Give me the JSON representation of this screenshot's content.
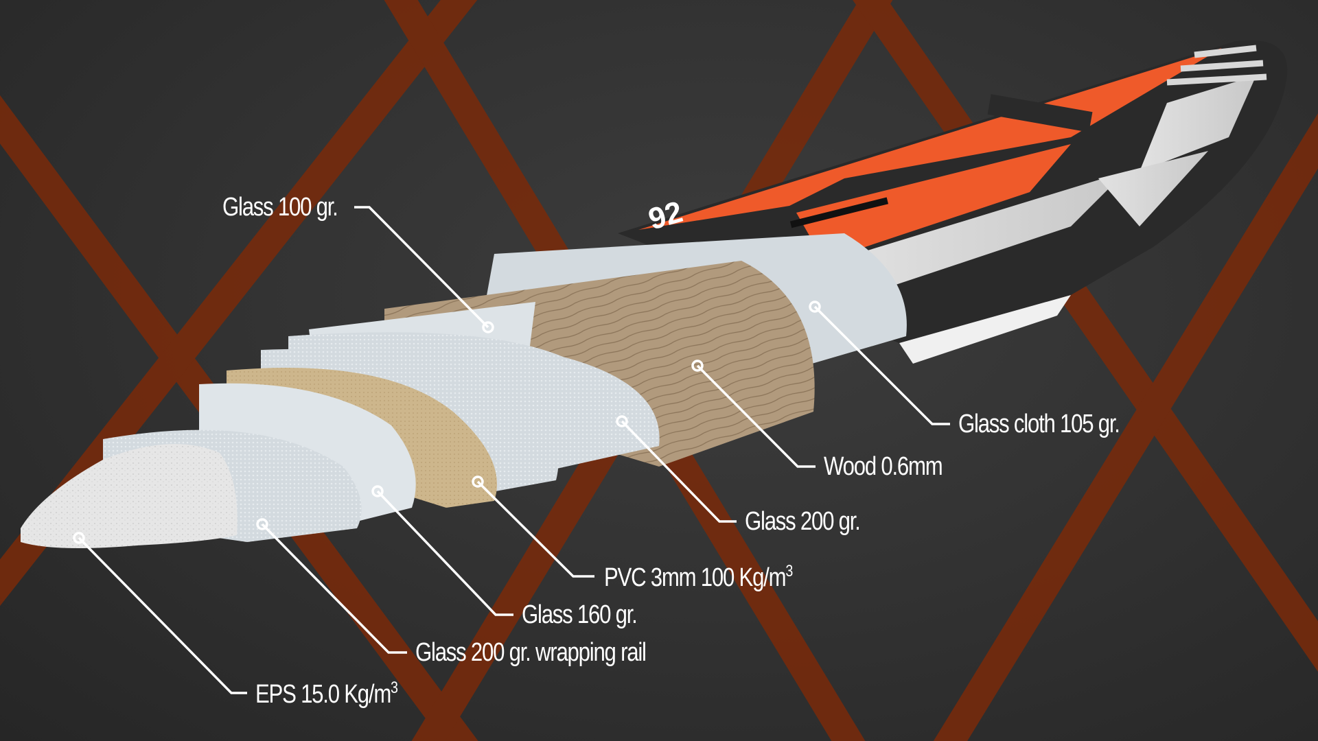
{
  "diagram": {
    "type": "layered-construction-cutaway",
    "subject": "board",
    "board_graphics": {
      "size_number": "92",
      "colors": {
        "background": "#333333",
        "background_stripes": "#7a2a0a",
        "deck_orange": "#ef5a2a",
        "deck_black": "#2a2a2a",
        "deck_brushed": "#d8d8d8",
        "glass": "#d3dadf",
        "wood": "#b19a7d",
        "pvc": "#cdb68c",
        "eps": "#e4e4e4",
        "callout": "#ffffff"
      }
    },
    "callouts": [
      {
        "id": "glass-100",
        "text": "Glass 100 gr.",
        "sup": ""
      },
      {
        "id": "glass-cloth-105",
        "text": "Glass cloth 105 gr.",
        "sup": ""
      },
      {
        "id": "wood",
        "text": "Wood 0.6mm",
        "sup": ""
      },
      {
        "id": "glass-200",
        "text": "Glass 200 gr.",
        "sup": ""
      },
      {
        "id": "pvc",
        "text": "PVC 3mm 100 Kg/m",
        "sup": "3"
      },
      {
        "id": "glass-160",
        "text": "Glass 160 gr.",
        "sup": ""
      },
      {
        "id": "glass-200-rail",
        "text": "Glass 200 gr. wrapping rail",
        "sup": ""
      },
      {
        "id": "eps",
        "text": "EPS 15.0 Kg/m",
        "sup": "3"
      }
    ]
  }
}
